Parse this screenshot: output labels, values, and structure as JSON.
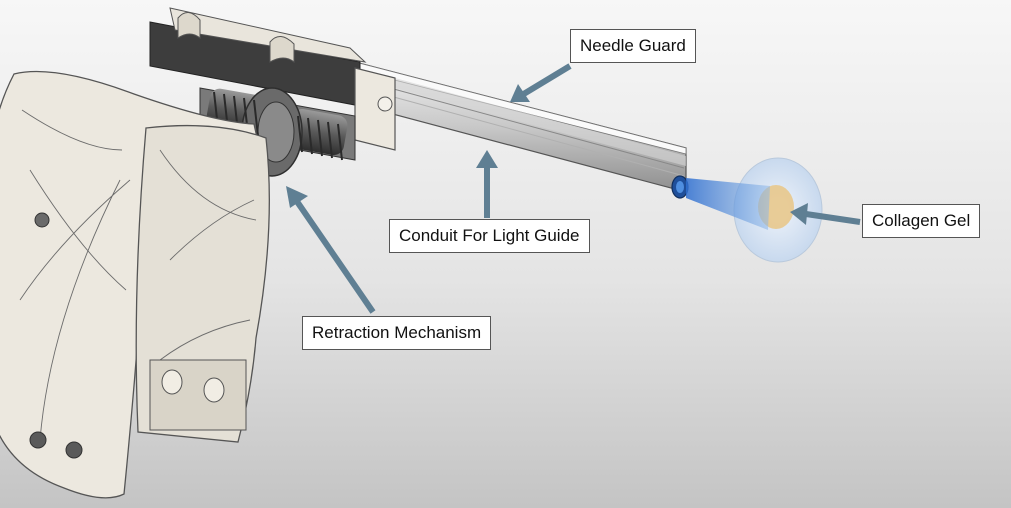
{
  "colors": {
    "background_top": "#f7f7f7",
    "background_bottom": "#c4c4c4",
    "body_shell": "#ece8df",
    "mechanism_dark": "#6e6e6e",
    "arrow": "#5f7f93",
    "light_beam": "#3f7fd0",
    "gel_disc": "#dbe7f4",
    "gel_core": "#e8c88c"
  },
  "callouts": {
    "needle_guard": "Needle Guard",
    "conduit": "Conduit For Light Guide",
    "retraction": "Retraction Mechanism",
    "collagen_gel": "Collagen Gel"
  }
}
